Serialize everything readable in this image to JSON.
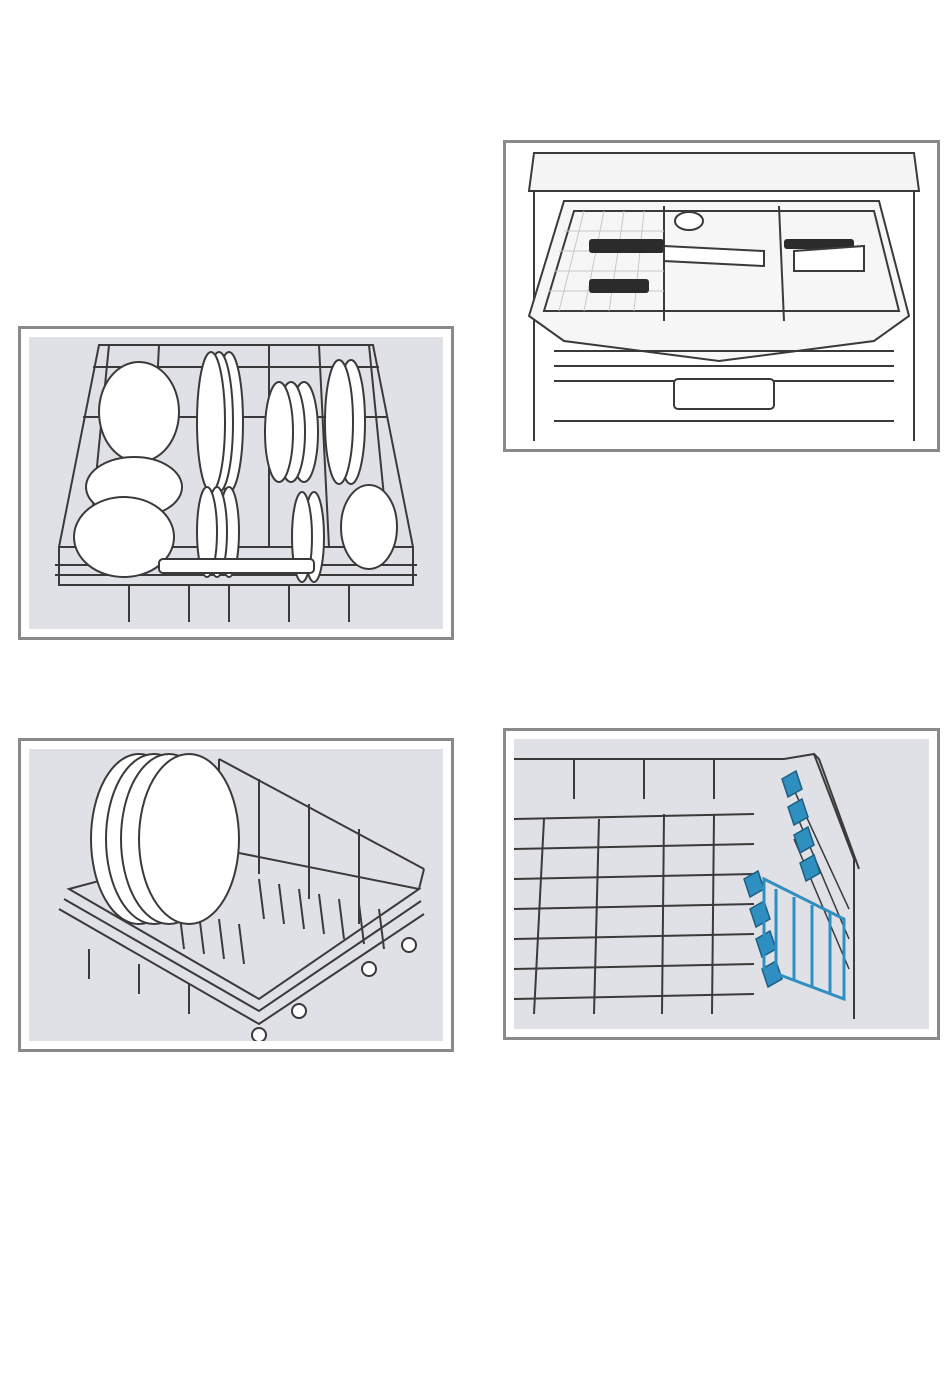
{
  "document": {
    "figures": [
      {
        "id": "upper-basket",
        "depiction": "illustration",
        "colors": {
          "background": "#e0e1e6",
          "line": "#3a3a3a",
          "item": "#ffffff"
        }
      },
      {
        "id": "cutlery-drawer",
        "depiction": "illustration",
        "colors": {
          "background": "#ffffff",
          "line": "#3a3a3a",
          "handle": "#2b2b2b"
        }
      },
      {
        "id": "lower-basket",
        "depiction": "illustration",
        "colors": {
          "background": "#e0e1e6",
          "line": "#3a3a3a",
          "item": "#ffffff"
        }
      },
      {
        "id": "rack-clips",
        "depiction": "illustration",
        "colors": {
          "background": "#e0e1e6",
          "line": "#3a3a3a",
          "accent": "#2f8fc0"
        }
      }
    ]
  }
}
